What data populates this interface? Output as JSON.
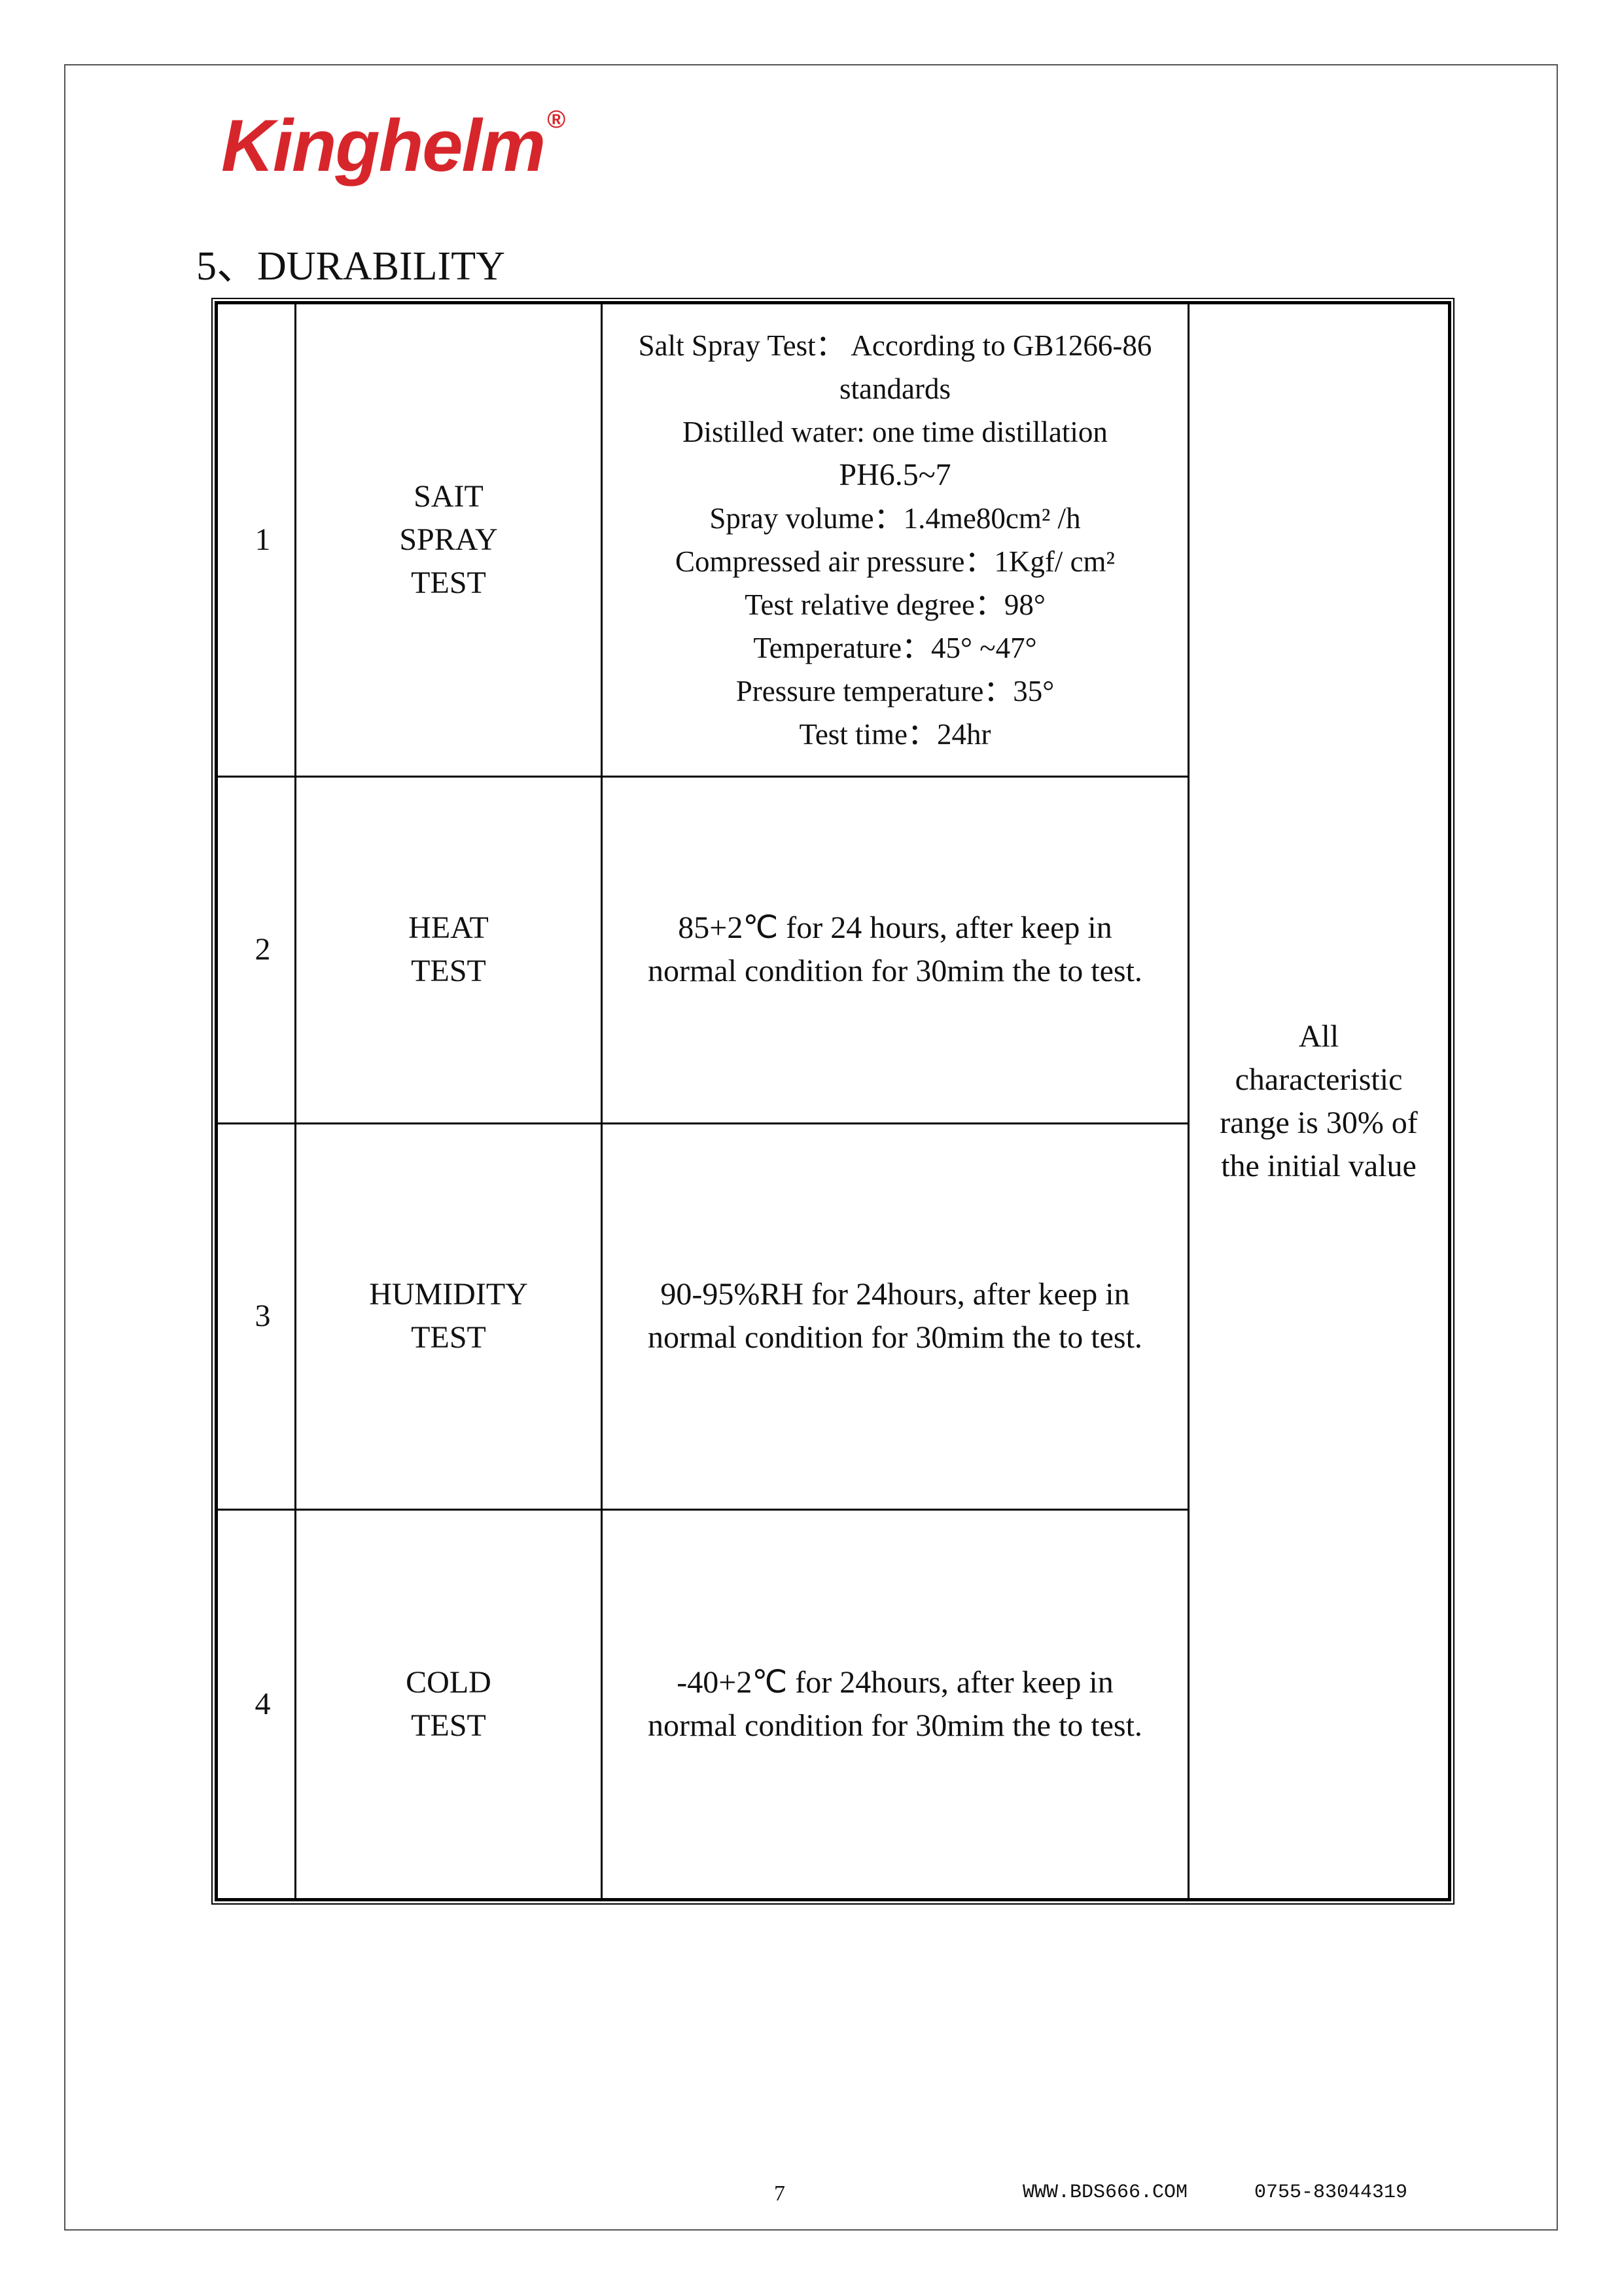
{
  "brand": {
    "name": "Kinghelm",
    "reg": "®",
    "color": "#d7262b"
  },
  "section": {
    "title": "5、DURABILITY"
  },
  "rows": [
    {
      "num": "1",
      "name": [
        "SAIT",
        "SPRAY",
        "TEST"
      ],
      "details": [
        "Salt Spray Test： According to GB1266-86",
        "standards",
        "Distilled water: one time distillation",
        "PH6.5~7",
        "Spray volume：1.4me80cm² /h",
        "Compressed air pressure：1Kgf/ cm²",
        "Test relative degree：98°",
        "Temperature：45° ~47°",
        "Pressure temperature：35°",
        "Test time：24hr"
      ]
    },
    {
      "num": "2",
      "name": [
        "HEAT",
        "TEST"
      ],
      "details": [
        "85+2℃  for 24 hours, after keep in",
        "normal condition for 30mim the to test."
      ]
    },
    {
      "num": "3",
      "name": [
        "HUMIDITY",
        "TEST"
      ],
      "details": [
        "90-95%RH for 24hours, after keep in",
        "normal condition for 30mim the to test."
      ]
    },
    {
      "num": "4",
      "name": [
        "COLD",
        "TEST"
      ],
      "details": [
        "-40+2℃  for 24hours, after keep in",
        "normal condition for 30mim the to test."
      ]
    }
  ],
  "criteria": [
    "All",
    "characteristic",
    "range is 30% of",
    "the initial value"
  ],
  "footer": {
    "page": "7",
    "website": "WWW.BDS666.COM",
    "phone": "0755-83044319"
  }
}
